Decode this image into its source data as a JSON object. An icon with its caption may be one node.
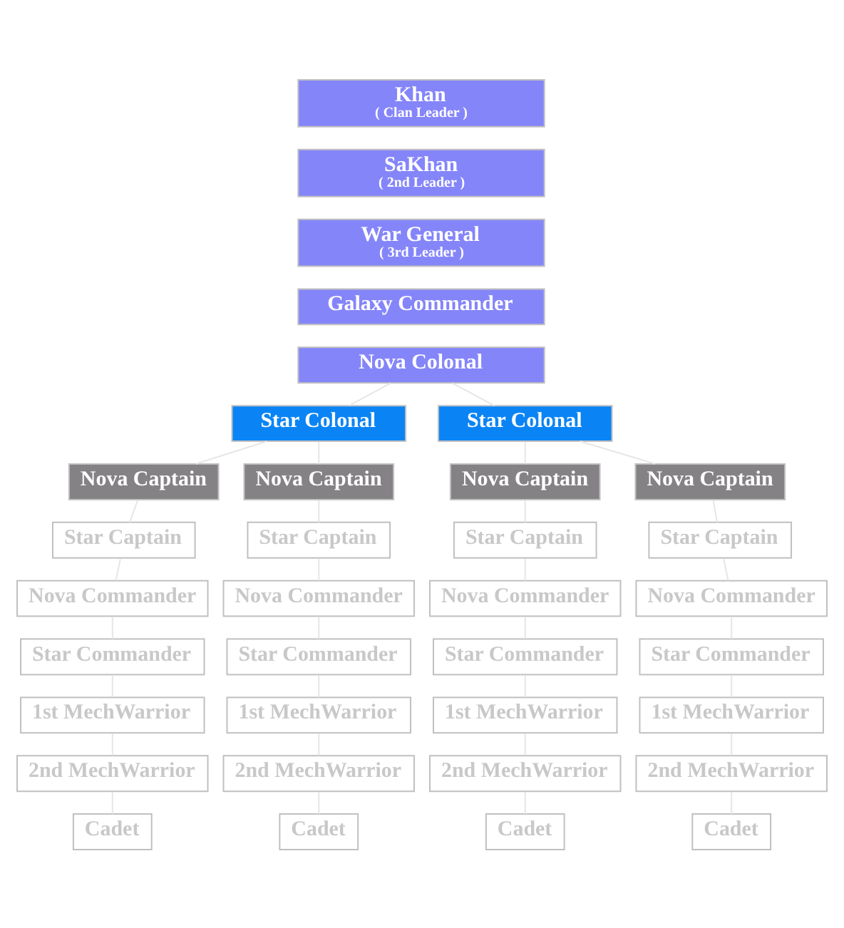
{
  "diagram": {
    "nodes": [
      {
        "text": [
          "Khan",
          "( Clan Leader )"
        ]
      },
      {
        "text": [
          "SaKhan",
          "( 2nd Leader )"
        ]
      },
      {
        "text": [
          "War General",
          "( 3rd Leader )"
        ]
      },
      {
        "text": [
          "Galaxy Commander"
        ]
      },
      {
        "text": [
          "Nova Colonal"
        ]
      },
      {
        "text": [
          "Star Colonal"
        ]
      },
      {
        "text": [
          "Star Colonal"
        ]
      },
      {
        "text": [
          "Nova Captain"
        ]
      },
      {
        "text": [
          "Nova Captain"
        ]
      },
      {
        "text": [
          "Nova Captain"
        ]
      },
      {
        "text": [
          "Nova Captain"
        ]
      },
      {
        "text": [
          "Star Captain"
        ]
      },
      {
        "text": [
          "Star Captain"
        ]
      },
      {
        "text": [
          "Star Captain"
        ]
      },
      {
        "text": [
          "Star Captain"
        ]
      },
      {
        "text": [
          "Nova Commander"
        ]
      },
      {
        "text": [
          "Nova Commander"
        ]
      },
      {
        "text": [
          "Nova Commander"
        ]
      },
      {
        "text": [
          "Nova Commander"
        ]
      },
      {
        "text": [
          "Star Commander"
        ]
      },
      {
        "text": [
          "Star Commander"
        ]
      },
      {
        "text": [
          "Star Commander"
        ]
      },
      {
        "text": [
          "Star Commander"
        ]
      },
      {
        "text": [
          "1st MechWarrior"
        ]
      },
      {
        "text": [
          "1st MechWarrior"
        ]
      },
      {
        "text": [
          "1st MechWarrior"
        ]
      },
      {
        "text": [
          "1st MechWarrior"
        ]
      },
      {
        "text": [
          "2nd MechWarrior"
        ]
      },
      {
        "text": [
          "2nd MechWarrior"
        ]
      },
      {
        "text": [
          "2nd MechWarrior"
        ]
      },
      {
        "text": [
          "2nd MechWarrior"
        ]
      },
      {
        "text": [
          "Cadet"
        ]
      },
      {
        "text": [
          "Cadet"
        ]
      },
      {
        "text": [
          "Cadet"
        ]
      },
      {
        "text": [
          "Cadet"
        ]
      }
    ],
    "edges": [
      {
        "from": 4,
        "to": 5,
        "arrow": "none"
      },
      {
        "from": 4,
        "to": 6,
        "arrow": "none"
      },
      {
        "from": 5,
        "to": 7,
        "arrow": "none"
      },
      {
        "from": 5,
        "to": 8,
        "arrow": "none"
      },
      {
        "from": 6,
        "to": 9,
        "arrow": "none"
      },
      {
        "from": 6,
        "to": 10,
        "arrow": "none"
      },
      {
        "from": 7,
        "to": 11,
        "arrow": "none"
      },
      {
        "from": 8,
        "to": 12,
        "arrow": "none"
      },
      {
        "from": 9,
        "to": 13,
        "arrow": "none"
      },
      {
        "from": 10,
        "to": 14,
        "arrow": "none"
      },
      {
        "from": 11,
        "to": 15,
        "arrow": "none"
      },
      {
        "from": 12,
        "to": 16,
        "arrow": "none"
      },
      {
        "from": 13,
        "to": 17,
        "arrow": "none"
      },
      {
        "from": 14,
        "to": 18,
        "arrow": "none"
      },
      {
        "from": 15,
        "to": 19,
        "arrow": "none"
      },
      {
        "from": 16,
        "to": 20,
        "arrow": "none"
      },
      {
        "from": 17,
        "to": 21,
        "arrow": "none"
      },
      {
        "from": 18,
        "to": 22,
        "arrow": "none"
      },
      {
        "from": 19,
        "to": 23,
        "arrow": "none"
      },
      {
        "from": 20,
        "to": 24,
        "arrow": "none"
      },
      {
        "from": 21,
        "to": 25,
        "arrow": "none"
      },
      {
        "from": 22,
        "to": 26,
        "arrow": "none"
      },
      {
        "from": 23,
        "to": 27,
        "arrow": "none"
      },
      {
        "from": 24,
        "to": 28,
        "arrow": "none"
      },
      {
        "from": 25,
        "to": 29,
        "arrow": "none"
      },
      {
        "from": 26,
        "to": 30,
        "arrow": "none"
      },
      {
        "from": 27,
        "to": 31,
        "arrow": "none"
      },
      {
        "from": 28,
        "to": 32,
        "arrow": "none"
      },
      {
        "from": 29,
        "to": 33,
        "arrow": "none"
      },
      {
        "from": 30,
        "to": 34,
        "arrow": "none"
      }
    ]
  }
}
